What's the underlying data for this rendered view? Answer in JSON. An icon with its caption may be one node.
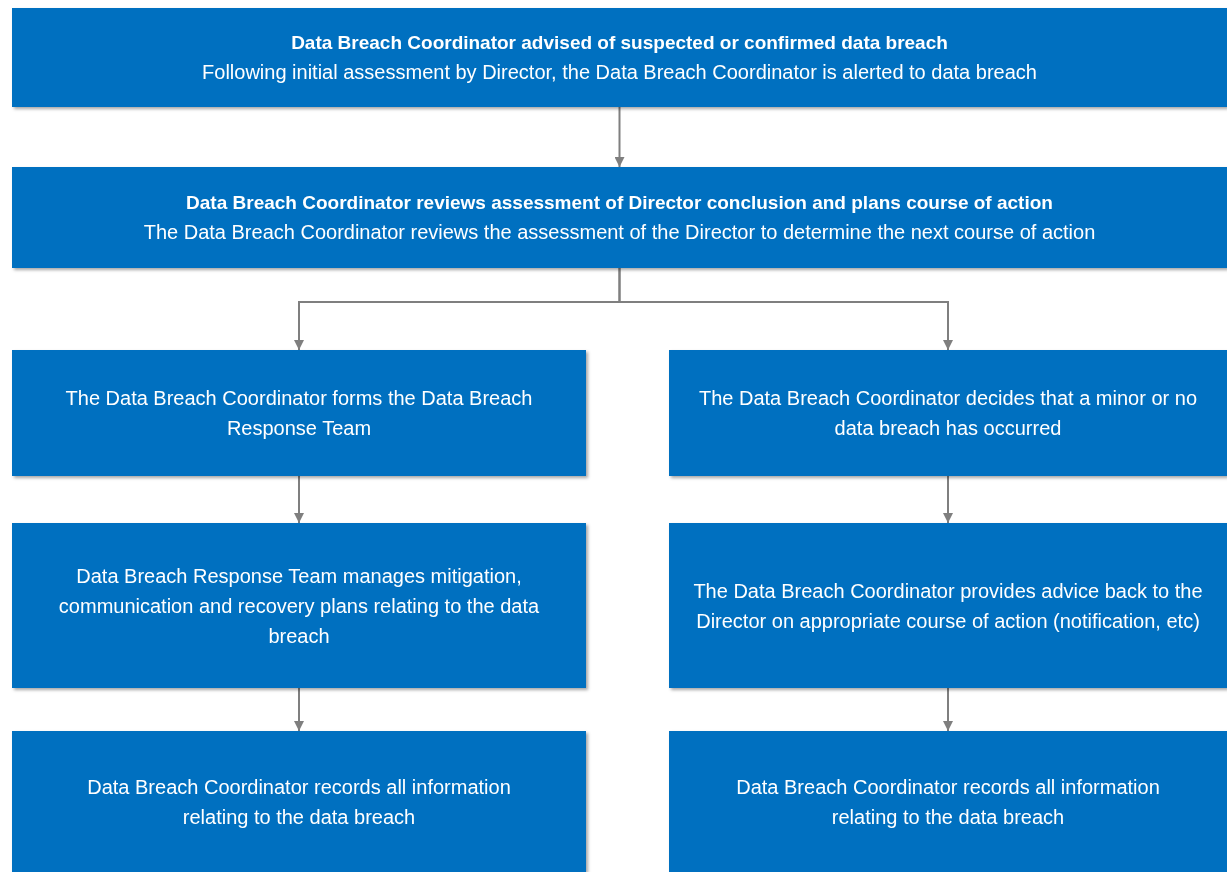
{
  "diagram": {
    "nodes": [
      {
        "text": [
          "Data Breach Coordinator advised of suspected or confirmed data breach",
          "Following initial assessment by Director, the Data Breach Coordinator is alerted to data breach"
        ]
      },
      {
        "text": [
          "Data Breach Coordinator reviews assessment of Director conclusion and plans course of action",
          "The Data Breach Coordinator reviews the assessment of the Director to determine the next course of action"
        ]
      },
      {
        "text": [
          "The Data Breach Coordinator forms the Data Breach Response Team"
        ]
      },
      {
        "text": [
          "The Data Breach Coordinator decides that a minor or no data breach has occurred"
        ]
      },
      {
        "text": [
          "Data Breach Response Team manages mitigation, communication and recovery plans relating to the data breach"
        ]
      },
      {
        "text": [
          "The Data Breach Coordinator provides advice back to the Director on appropriate course of action (notification, etc)"
        ]
      },
      {
        "text": [
          "Data Breach Coordinator records all information relating to the data breach"
        ]
      },
      {
        "text": [
          "Data Breach Coordinator records all information relating to the data breach"
        ]
      }
    ],
    "edges": [
      {
        "from": 0,
        "to": 1,
        "arrow": "to"
      },
      {
        "from": 1,
        "to": 2,
        "arrow": "to"
      },
      {
        "from": 1,
        "to": 3,
        "arrow": "to"
      },
      {
        "from": 2,
        "to": 4,
        "arrow": "to"
      },
      {
        "from": 4,
        "to": 6,
        "arrow": "to"
      },
      {
        "from": 3,
        "to": 5,
        "arrow": "to"
      },
      {
        "from": 5,
        "to": 7,
        "arrow": "to"
      }
    ]
  }
}
